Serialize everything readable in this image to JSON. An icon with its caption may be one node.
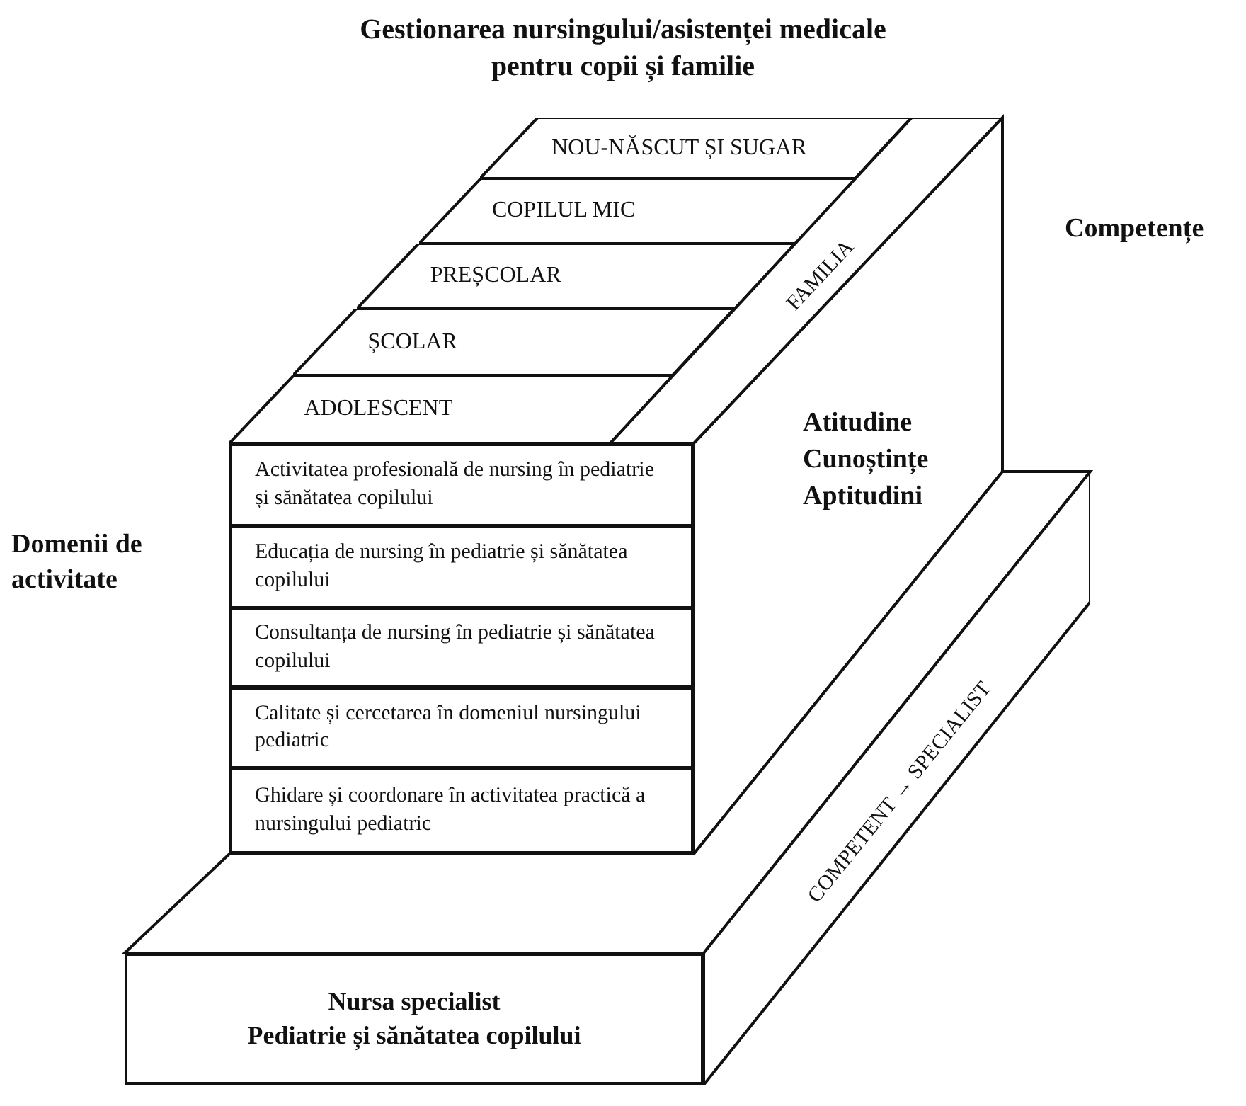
{
  "diagram": {
    "title": "Gestionarea nursingului/asistenței medicale pentru copii și familie",
    "nodes": [
      {
        "text": [
          "NOU-NĂSCUT ȘI SUGAR"
        ]
      },
      {
        "text": [
          "COPILUL MIC"
        ]
      },
      {
        "text": [
          "PREȘCOLAR"
        ]
      },
      {
        "text": [
          "ȘCOLAR"
        ]
      },
      {
        "text": [
          "ADOLESCENT"
        ]
      },
      {
        "text": [
          "FAMILIA"
        ]
      },
      {
        "text": [
          "Activitatea profesională de nursing în pediatrie și sănătatea copilului"
        ]
      },
      {
        "text": [
          "Educația de nursing în pediatrie și sănătatea copilului"
        ]
      },
      {
        "text": [
          "Consultanța de nursing în pediatrie și sănătatea copilului"
        ]
      },
      {
        "text": [
          "Calitate și cercetarea în domeniul nursingului pediatric"
        ]
      },
      {
        "text": [
          "Ghidare și coordonare în activitatea practică a nursingului pediatric"
        ]
      },
      {
        "text": [
          "Nursa specialist",
          "Pediatrie și sănătatea copilului"
        ]
      },
      {
        "text": [
          "COMPETENT → SPECIALIST"
        ]
      }
    ],
    "labels": [
      "Competențe",
      "Atitudine",
      "Cunoștințe",
      "Aptitudini",
      "Domenii de activitate"
    ]
  }
}
